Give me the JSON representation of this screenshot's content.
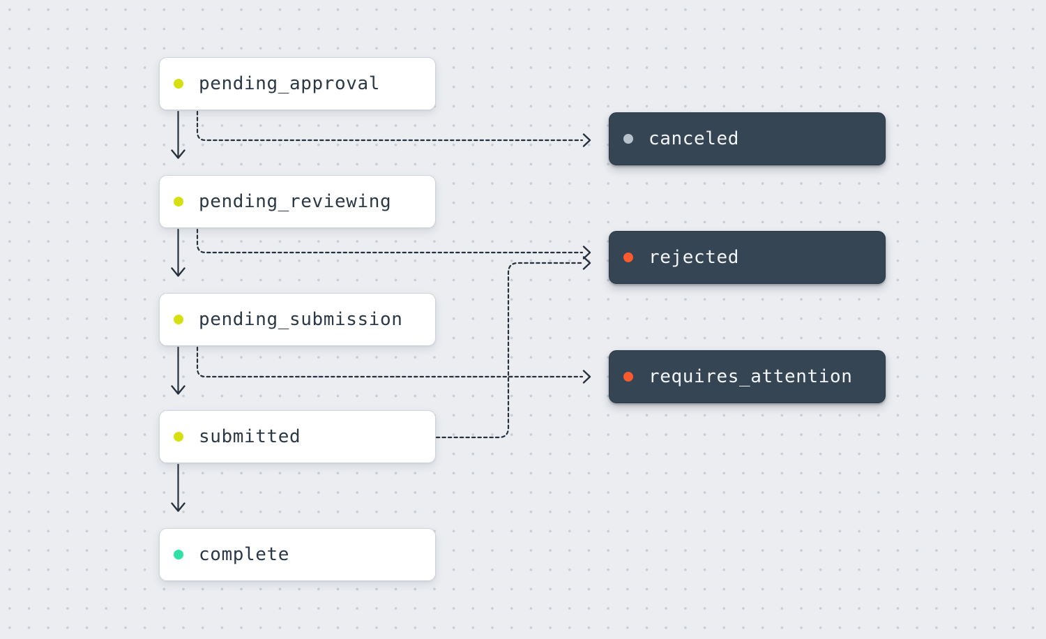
{
  "canvas": {
    "background": "#ebedf1",
    "grid_dot_color": "#c8ced7"
  },
  "colors": {
    "lime": "#d6e011",
    "teal": "#30e0a4",
    "gray": "#b7c1cc",
    "orange": "#f95a2e",
    "edge": "#26313e",
    "light_card_bg": "#ffffff",
    "light_card_text": "#2b3845",
    "dark_card_bg": "#364554",
    "dark_card_text": "#f2f5f7"
  },
  "nodes": [
    {
      "id": "pending_approval",
      "label": "pending_approval",
      "variant": "light",
      "status_color": "lime"
    },
    {
      "id": "pending_reviewing",
      "label": "pending_reviewing",
      "variant": "light",
      "status_color": "lime"
    },
    {
      "id": "pending_submission",
      "label": "pending_submission",
      "variant": "light",
      "status_color": "lime"
    },
    {
      "id": "submitted",
      "label": "submitted",
      "variant": "light",
      "status_color": "lime"
    },
    {
      "id": "complete",
      "label": "complete",
      "variant": "light",
      "status_color": "teal"
    },
    {
      "id": "canceled",
      "label": "canceled",
      "variant": "dark",
      "status_color": "gray"
    },
    {
      "id": "rejected",
      "label": "rejected",
      "variant": "dark",
      "status_color": "orange"
    },
    {
      "id": "requires_attention",
      "label": "requires_attention",
      "variant": "dark",
      "status_color": "orange"
    }
  ],
  "edges": [
    {
      "from": "pending_approval",
      "to": "pending_reviewing",
      "style": "solid"
    },
    {
      "from": "pending_reviewing",
      "to": "pending_submission",
      "style": "solid"
    },
    {
      "from": "pending_submission",
      "to": "submitted",
      "style": "solid"
    },
    {
      "from": "submitted",
      "to": "complete",
      "style": "solid"
    },
    {
      "from": "pending_approval",
      "to": "canceled",
      "style": "dashed"
    },
    {
      "from": "pending_reviewing",
      "to": "rejected",
      "style": "dashed"
    },
    {
      "from": "pending_submission",
      "to": "requires_attention",
      "style": "dashed"
    },
    {
      "from": "submitted",
      "to": "rejected",
      "style": "dashed"
    }
  ]
}
